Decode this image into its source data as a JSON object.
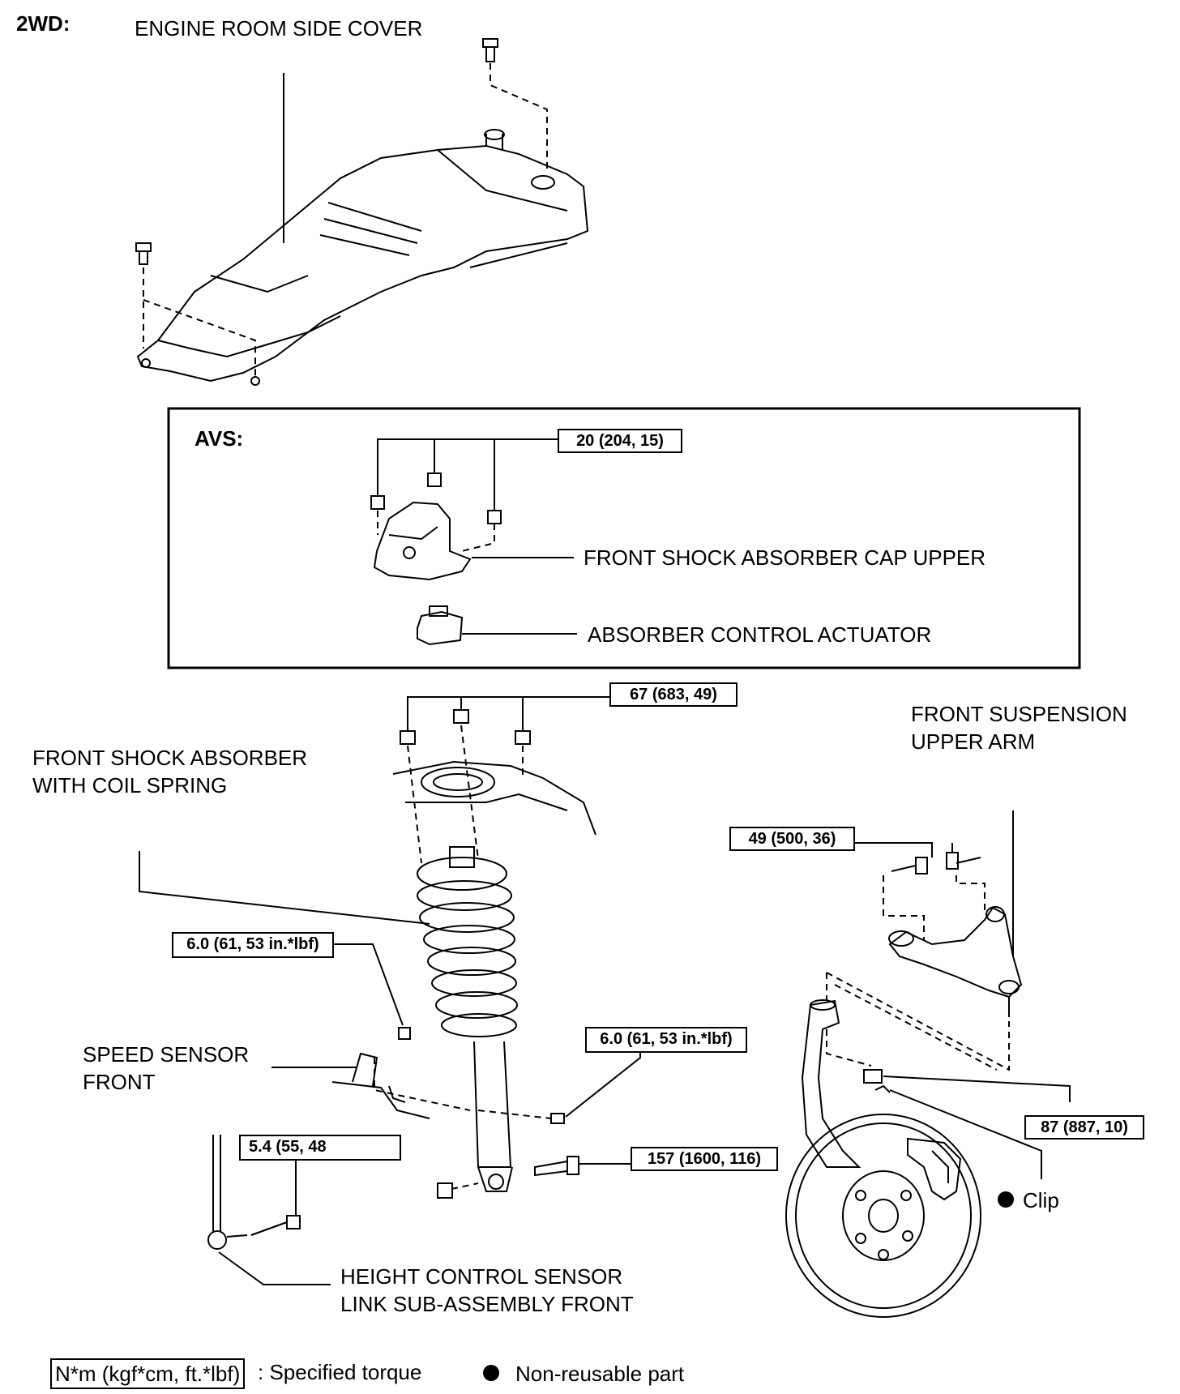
{
  "header": {
    "variant": "2WD:"
  },
  "labels": {
    "engine_room_side_cover": "ENGINE ROOM SIDE COVER",
    "avs": "AVS:",
    "cap_upper": "FRONT SHOCK ABSORBER CAP UPPER",
    "actuator": "ABSORBER CONTROL ACTUATOR",
    "shock_absorber": "FRONT SHOCK ABSORBER\nWITH COIL SPRING",
    "upper_arm": "FRONT SUSPENSION\nUPPER ARM",
    "speed_sensor": "SPEED SENSOR\nFRONT",
    "height_sensor_link": "HEIGHT CONTROL SENSOR\nLINK SUB-ASSEMBLY FRONT",
    "clip": "Clip"
  },
  "torques": {
    "cap_upper_nuts": "20 (204, 15)",
    "shock_upper_nuts": "67 (683, 49)",
    "upper_arm_bolts": "49 (500, 36)",
    "speed_sensor_bolt_upper": "6.0 (61, 53 in.*lbf)",
    "speed_sensor_bolt_lower": "6.0 (61, 53 in.*lbf)",
    "height_sensor_nut": "5.4 (55, 48",
    "shock_lower_bolt": "157 (1600, 116)",
    "upper_arm_ball_joint_nut": "87 (887, 10)"
  },
  "legend": {
    "torque_unit": "N*m (kgf*cm, ft.*lbf)",
    "torque_desc": ": Specified torque",
    "nonreusable_desc": "Non-reusable part"
  }
}
